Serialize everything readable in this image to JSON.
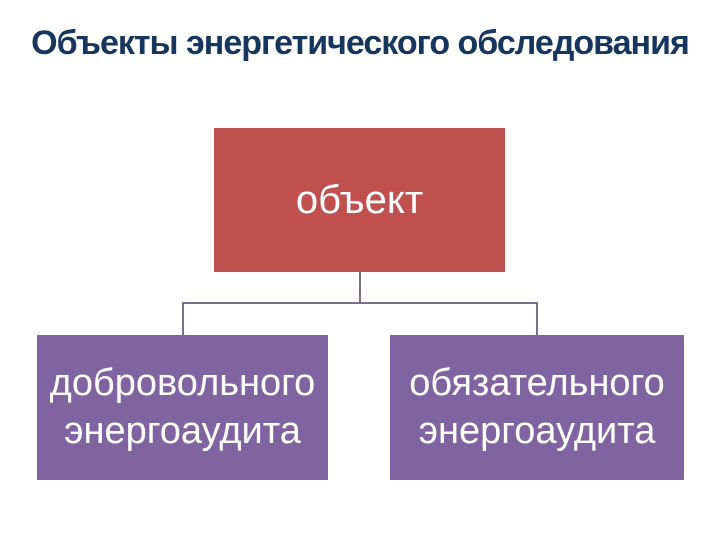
{
  "slide": {
    "title": "Объекты энергетического обследования",
    "title_color": "#17365d",
    "background_color": "#ffffff"
  },
  "diagram": {
    "type": "hierarchy",
    "connector_color": "#7b7189",
    "root": {
      "label": "объект",
      "fill": "#c0504d",
      "text_color": "#ffffff"
    },
    "children": [
      {
        "label": "добровольного энергоаудита",
        "fill": "#8064a2",
        "text_color": "#ffffff"
      },
      {
        "label": "обязательного энергоаудита",
        "fill": "#8064a2",
        "text_color": "#ffffff"
      }
    ]
  }
}
